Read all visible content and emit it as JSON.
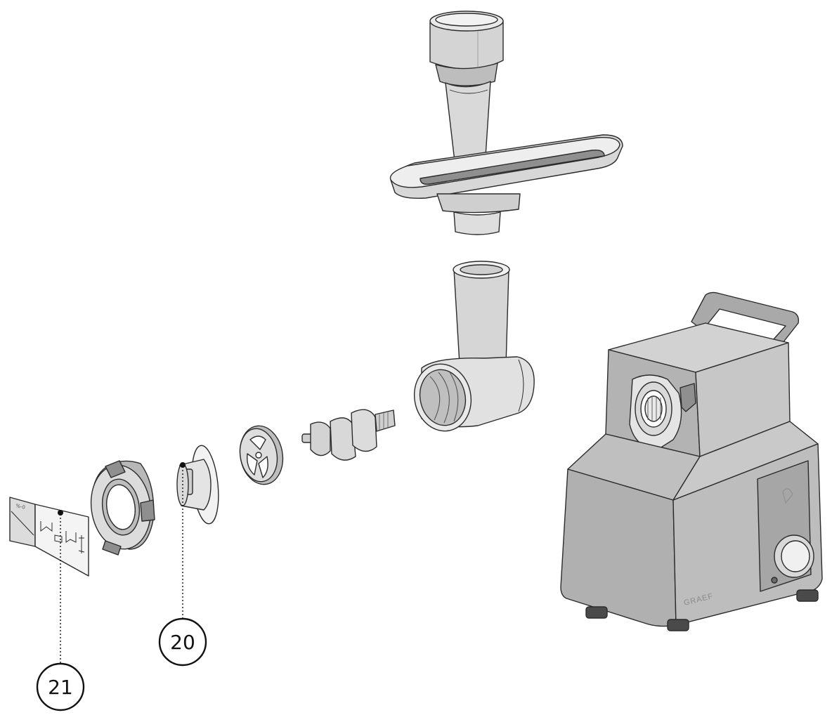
{
  "brand": "GRAEF",
  "insert_small_text": "%-0",
  "callouts": [
    {
      "id": "20",
      "label": "20"
    },
    {
      "id": "21",
      "label": "21"
    }
  ],
  "colors": {
    "outline": "#2b2b2b",
    "light_fill": "#e6e6e6",
    "mid_fill": "#c4c4c4",
    "dark_fill": "#a9a9a9",
    "tray_inner": "#8f8f8f"
  },
  "parts": [
    "food-pusher",
    "filling-tray",
    "feed-tube-housing",
    "worm-screw",
    "perforated-disc",
    "sausage-attachment",
    "locking-ring",
    "care-instructions-card",
    "motor-body"
  ]
}
